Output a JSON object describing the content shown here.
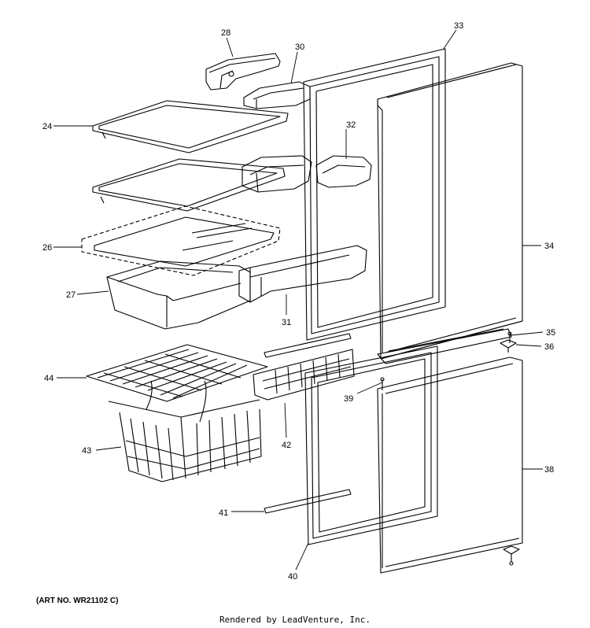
{
  "callouts": {
    "p24": "24",
    "p26": "26",
    "p27": "27",
    "p28": "28",
    "p30": "30",
    "p31": "31",
    "p32": "32",
    "p33": "33",
    "p34": "34",
    "p35": "35",
    "p36": "36",
    "p38": "38",
    "p39": "39",
    "p40": "40",
    "p41": "41",
    "p42": "42",
    "p43": "43",
    "p44": "44"
  },
  "footer": {
    "art_number": "(ART NO. WR21102 C)",
    "credit": "Rendered by LeadVenture, Inc."
  }
}
